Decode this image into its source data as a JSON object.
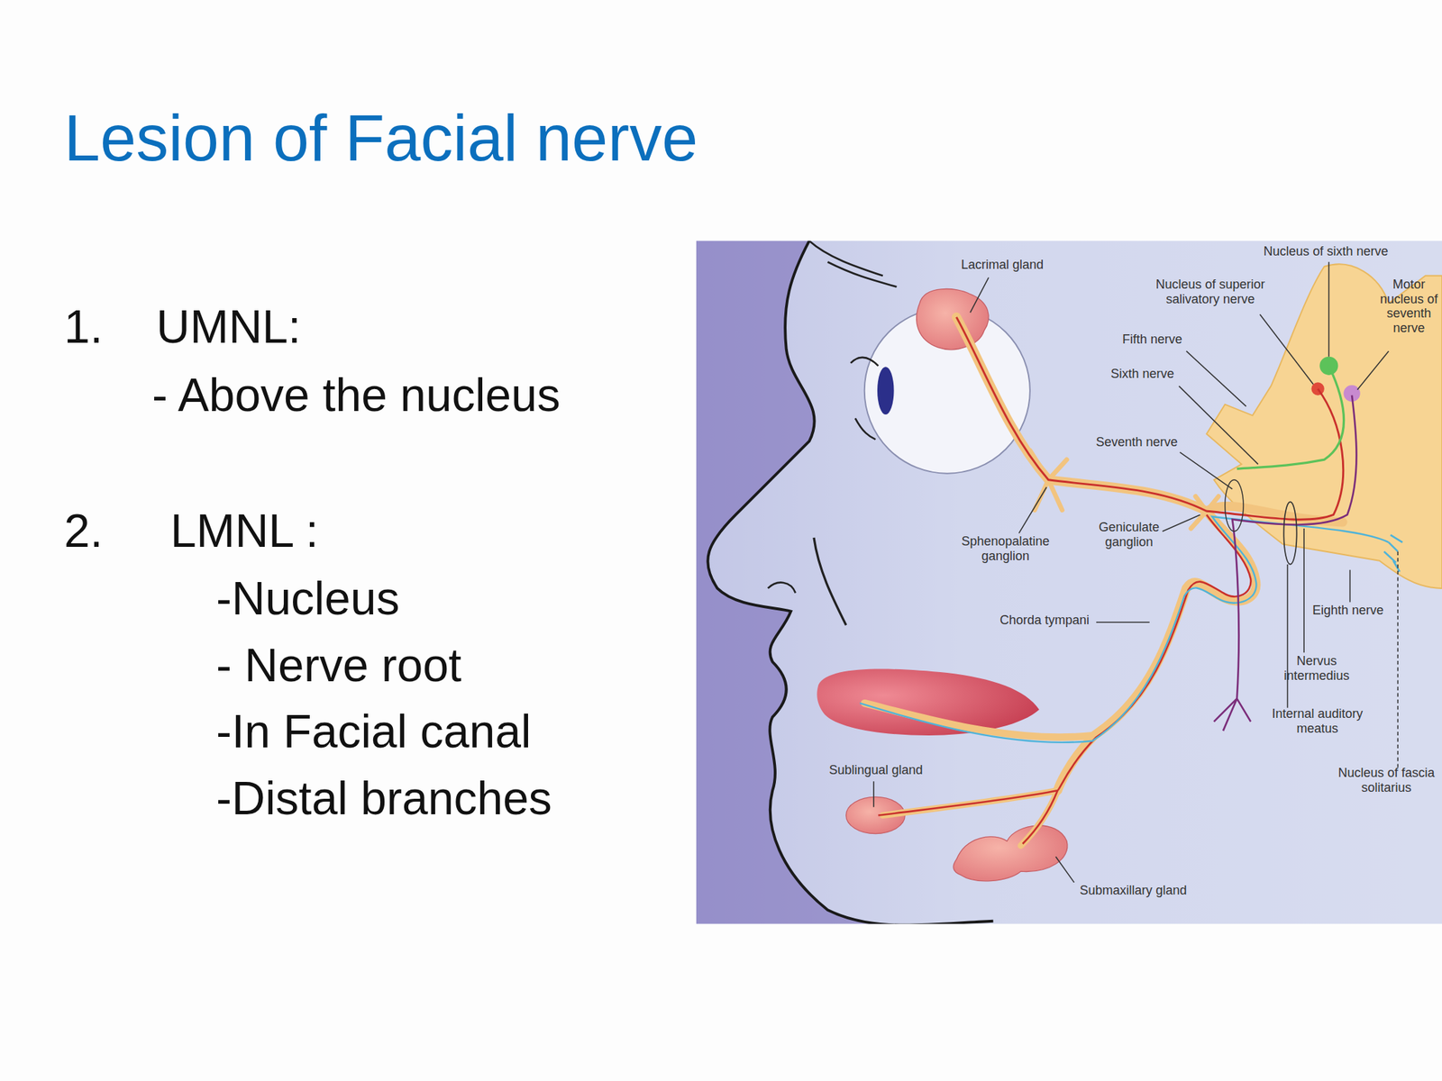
{
  "diagram": {
    "title": "Lesion of Facial nerve",
    "labels": [
      "1.",
      "UMNL:",
      "- Above the nucleus",
      "2.",
      "LMNL :",
      "-Nucleus",
      "- Nerve root",
      "-In Facial canal",
      "-Distal branches",
      "Lacrimal gland",
      "Nucleus of sixth nerve",
      "Nucleus of superior salivatory nerve",
      "Motor nucleus of seventh nerve",
      "Fifth nerve",
      "Sixth nerve",
      "Seventh nerve",
      "Sphenopalatine ganglion",
      "Geniculate ganglion",
      "Chorda tympani",
      "Eighth nerve",
      "Nervus intermedius",
      "Internal auditory meatus",
      "Sublingual gland",
      "Nucleus of fascia solitarius",
      "Submaxillary gland"
    ]
  }
}
